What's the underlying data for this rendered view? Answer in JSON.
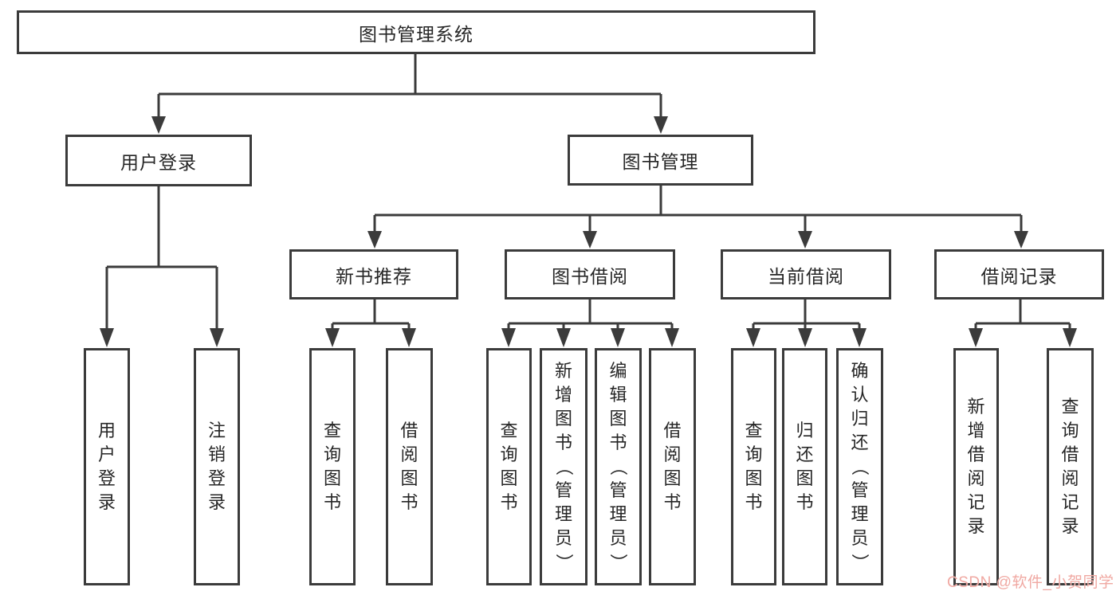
{
  "diagram": {
    "root": {
      "label": "图书管理系统"
    },
    "branches": [
      {
        "label": "用户登录",
        "children": [
          {
            "label": "用户登录"
          },
          {
            "label": "注销登录"
          }
        ]
      },
      {
        "label": "图书管理",
        "children": [
          {
            "label": "新书推荐",
            "children": [
              {
                "label": "查询图书"
              },
              {
                "label": "借阅图书"
              }
            ]
          },
          {
            "label": "图书借阅",
            "children": [
              {
                "label": "查询图书"
              },
              {
                "label": "新增图书（管理员）"
              },
              {
                "label": "编辑图书（管理员）"
              },
              {
                "label": "借阅图书"
              }
            ]
          },
          {
            "label": "当前借阅",
            "children": [
              {
                "label": "查询图书"
              },
              {
                "label": "归还图书"
              },
              {
                "label": "确认归还（管理员）"
              }
            ]
          },
          {
            "label": "借阅记录",
            "children": [
              {
                "label": "新增借阅记录"
              },
              {
                "label": "查询借阅记录"
              }
            ]
          }
        ]
      }
    ]
  },
  "watermark": {
    "text": "CSDN @软件_小贺同学",
    "color": "#f0a8a2"
  },
  "colors": {
    "line": "#3b3b3b",
    "box_border": "#3b3b3b",
    "text": "#262626",
    "background": "#ffffff"
  }
}
